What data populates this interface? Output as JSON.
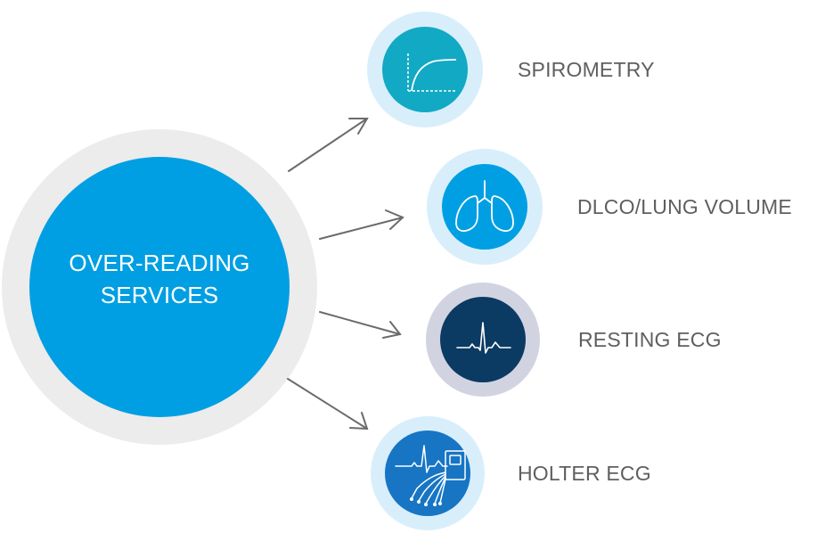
{
  "hub": {
    "line1": "OVER-READING",
    "line2": "SERVICES"
  },
  "services": [
    {
      "label": "SPIROMETRY",
      "icon": "spirometry-curve-icon"
    },
    {
      "label": "DLCO/LUNG VOLUME",
      "icon": "lungs-icon"
    },
    {
      "label": "RESTING ECG",
      "icon": "ecg-waveform-icon"
    },
    {
      "label": "HOLTER ECG",
      "icon": "holter-monitor-icon"
    }
  ],
  "colors": {
    "hub_outer_ring": "#ececec",
    "hub_fill": "#009fe3",
    "spirometry_ring": "#d8effb",
    "spirometry_fill": "#12a9c4",
    "dlco_ring": "#d8effb",
    "dlco_fill": "#009fe3",
    "ecg_ring": "#d2d3e1",
    "ecg_fill": "#0b3a63",
    "holter_ring": "#d8effb",
    "holter_fill": "#1775c4",
    "arrow": "#6b6b6b",
    "label": "#5f5f5f"
  }
}
